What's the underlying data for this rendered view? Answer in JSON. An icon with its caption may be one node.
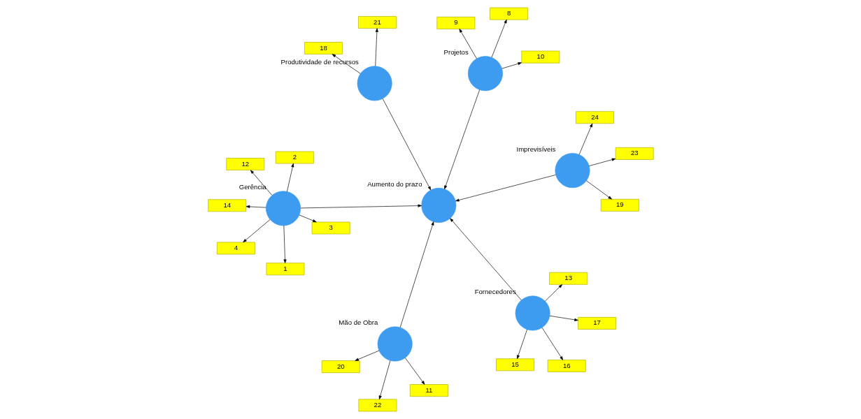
{
  "diagram": {
    "nodes": [
      {
        "text": [],
        "shape": "circle",
        "beside": [
          "Mão de Obra"
        ]
      },
      {
        "text": [],
        "shape": "circle",
        "beside": [
          "Aumento do prazo"
        ]
      },
      {
        "text": [],
        "shape": "circle",
        "beside": [
          "Fornecedores"
        ]
      },
      {
        "text": [],
        "shape": "circle",
        "beside": [
          "Produtividade de recursos"
        ]
      },
      {
        "text": [],
        "shape": "circle",
        "beside": [
          "Imprevisíveis"
        ]
      },
      {
        "text": [],
        "shape": "circle",
        "beside": [
          "Gerência"
        ]
      },
      {
        "text": [],
        "shape": "circle",
        "beside": [
          "Projetos"
        ]
      },
      {
        "text": [
          "11"
        ]
      },
      {
        "text": [
          "20"
        ]
      },
      {
        "text": [
          "22"
        ]
      },
      {
        "text": [
          "13"
        ]
      },
      {
        "text": [
          "15"
        ]
      },
      {
        "text": [
          "16"
        ]
      },
      {
        "text": [
          "17"
        ]
      },
      {
        "text": [
          "18"
        ]
      },
      {
        "text": [
          "21"
        ]
      },
      {
        "text": [
          "1"
        ]
      },
      {
        "text": [
          "12"
        ]
      },
      {
        "text": [
          "14"
        ]
      },
      {
        "text": [
          "2"
        ]
      },
      {
        "text": [
          "3"
        ]
      },
      {
        "text": [
          "4"
        ]
      },
      {
        "text": [
          "10"
        ]
      },
      {
        "text": [
          "8"
        ]
      },
      {
        "text": [
          "9"
        ]
      },
      {
        "text": [
          "19"
        ]
      },
      {
        "text": [
          "23"
        ]
      },
      {
        "text": [
          "24"
        ]
      }
    ],
    "edges": [
      {
        "from": 0,
        "to": 1,
        "arrow": "to"
      },
      {
        "from": 2,
        "to": 1,
        "arrow": "to"
      },
      {
        "from": 3,
        "to": 1,
        "arrow": "to"
      },
      {
        "from": 6,
        "to": 1,
        "arrow": "to"
      },
      {
        "from": 4,
        "to": 1,
        "arrow": "to"
      },
      {
        "from": 5,
        "to": 1,
        "arrow": "to"
      },
      {
        "from": 0,
        "to": 7,
        "arrow": "to"
      },
      {
        "from": 0,
        "to": 8,
        "arrow": "to"
      },
      {
        "from": 0,
        "to": 9,
        "arrow": "to"
      },
      {
        "from": 2,
        "to": 10,
        "arrow": "to"
      },
      {
        "from": 2,
        "to": 11,
        "arrow": "to"
      },
      {
        "from": 2,
        "to": 12,
        "arrow": "to"
      },
      {
        "from": 2,
        "to": 13,
        "arrow": "to"
      },
      {
        "from": 3,
        "to": 14,
        "arrow": "to"
      },
      {
        "from": 3,
        "to": 15,
        "arrow": "to"
      },
      {
        "from": 5,
        "to": 16,
        "arrow": "to"
      },
      {
        "from": 5,
        "to": 17,
        "arrow": "to"
      },
      {
        "from": 5,
        "to": 18,
        "arrow": "to"
      },
      {
        "from": 5,
        "to": 19,
        "arrow": "to"
      },
      {
        "from": 5,
        "to": 20,
        "arrow": "to"
      },
      {
        "from": 5,
        "to": 21,
        "arrow": "to"
      },
      {
        "from": 6,
        "to": 22,
        "arrow": "to"
      },
      {
        "from": 6,
        "to": 23,
        "arrow": "to"
      },
      {
        "from": 6,
        "to": 24,
        "arrow": "to"
      },
      {
        "from": 4,
        "to": 25,
        "arrow": "to"
      },
      {
        "from": 4,
        "to": 26,
        "arrow": "to"
      },
      {
        "from": 4,
        "to": 27,
        "arrow": "to"
      }
    ]
  }
}
